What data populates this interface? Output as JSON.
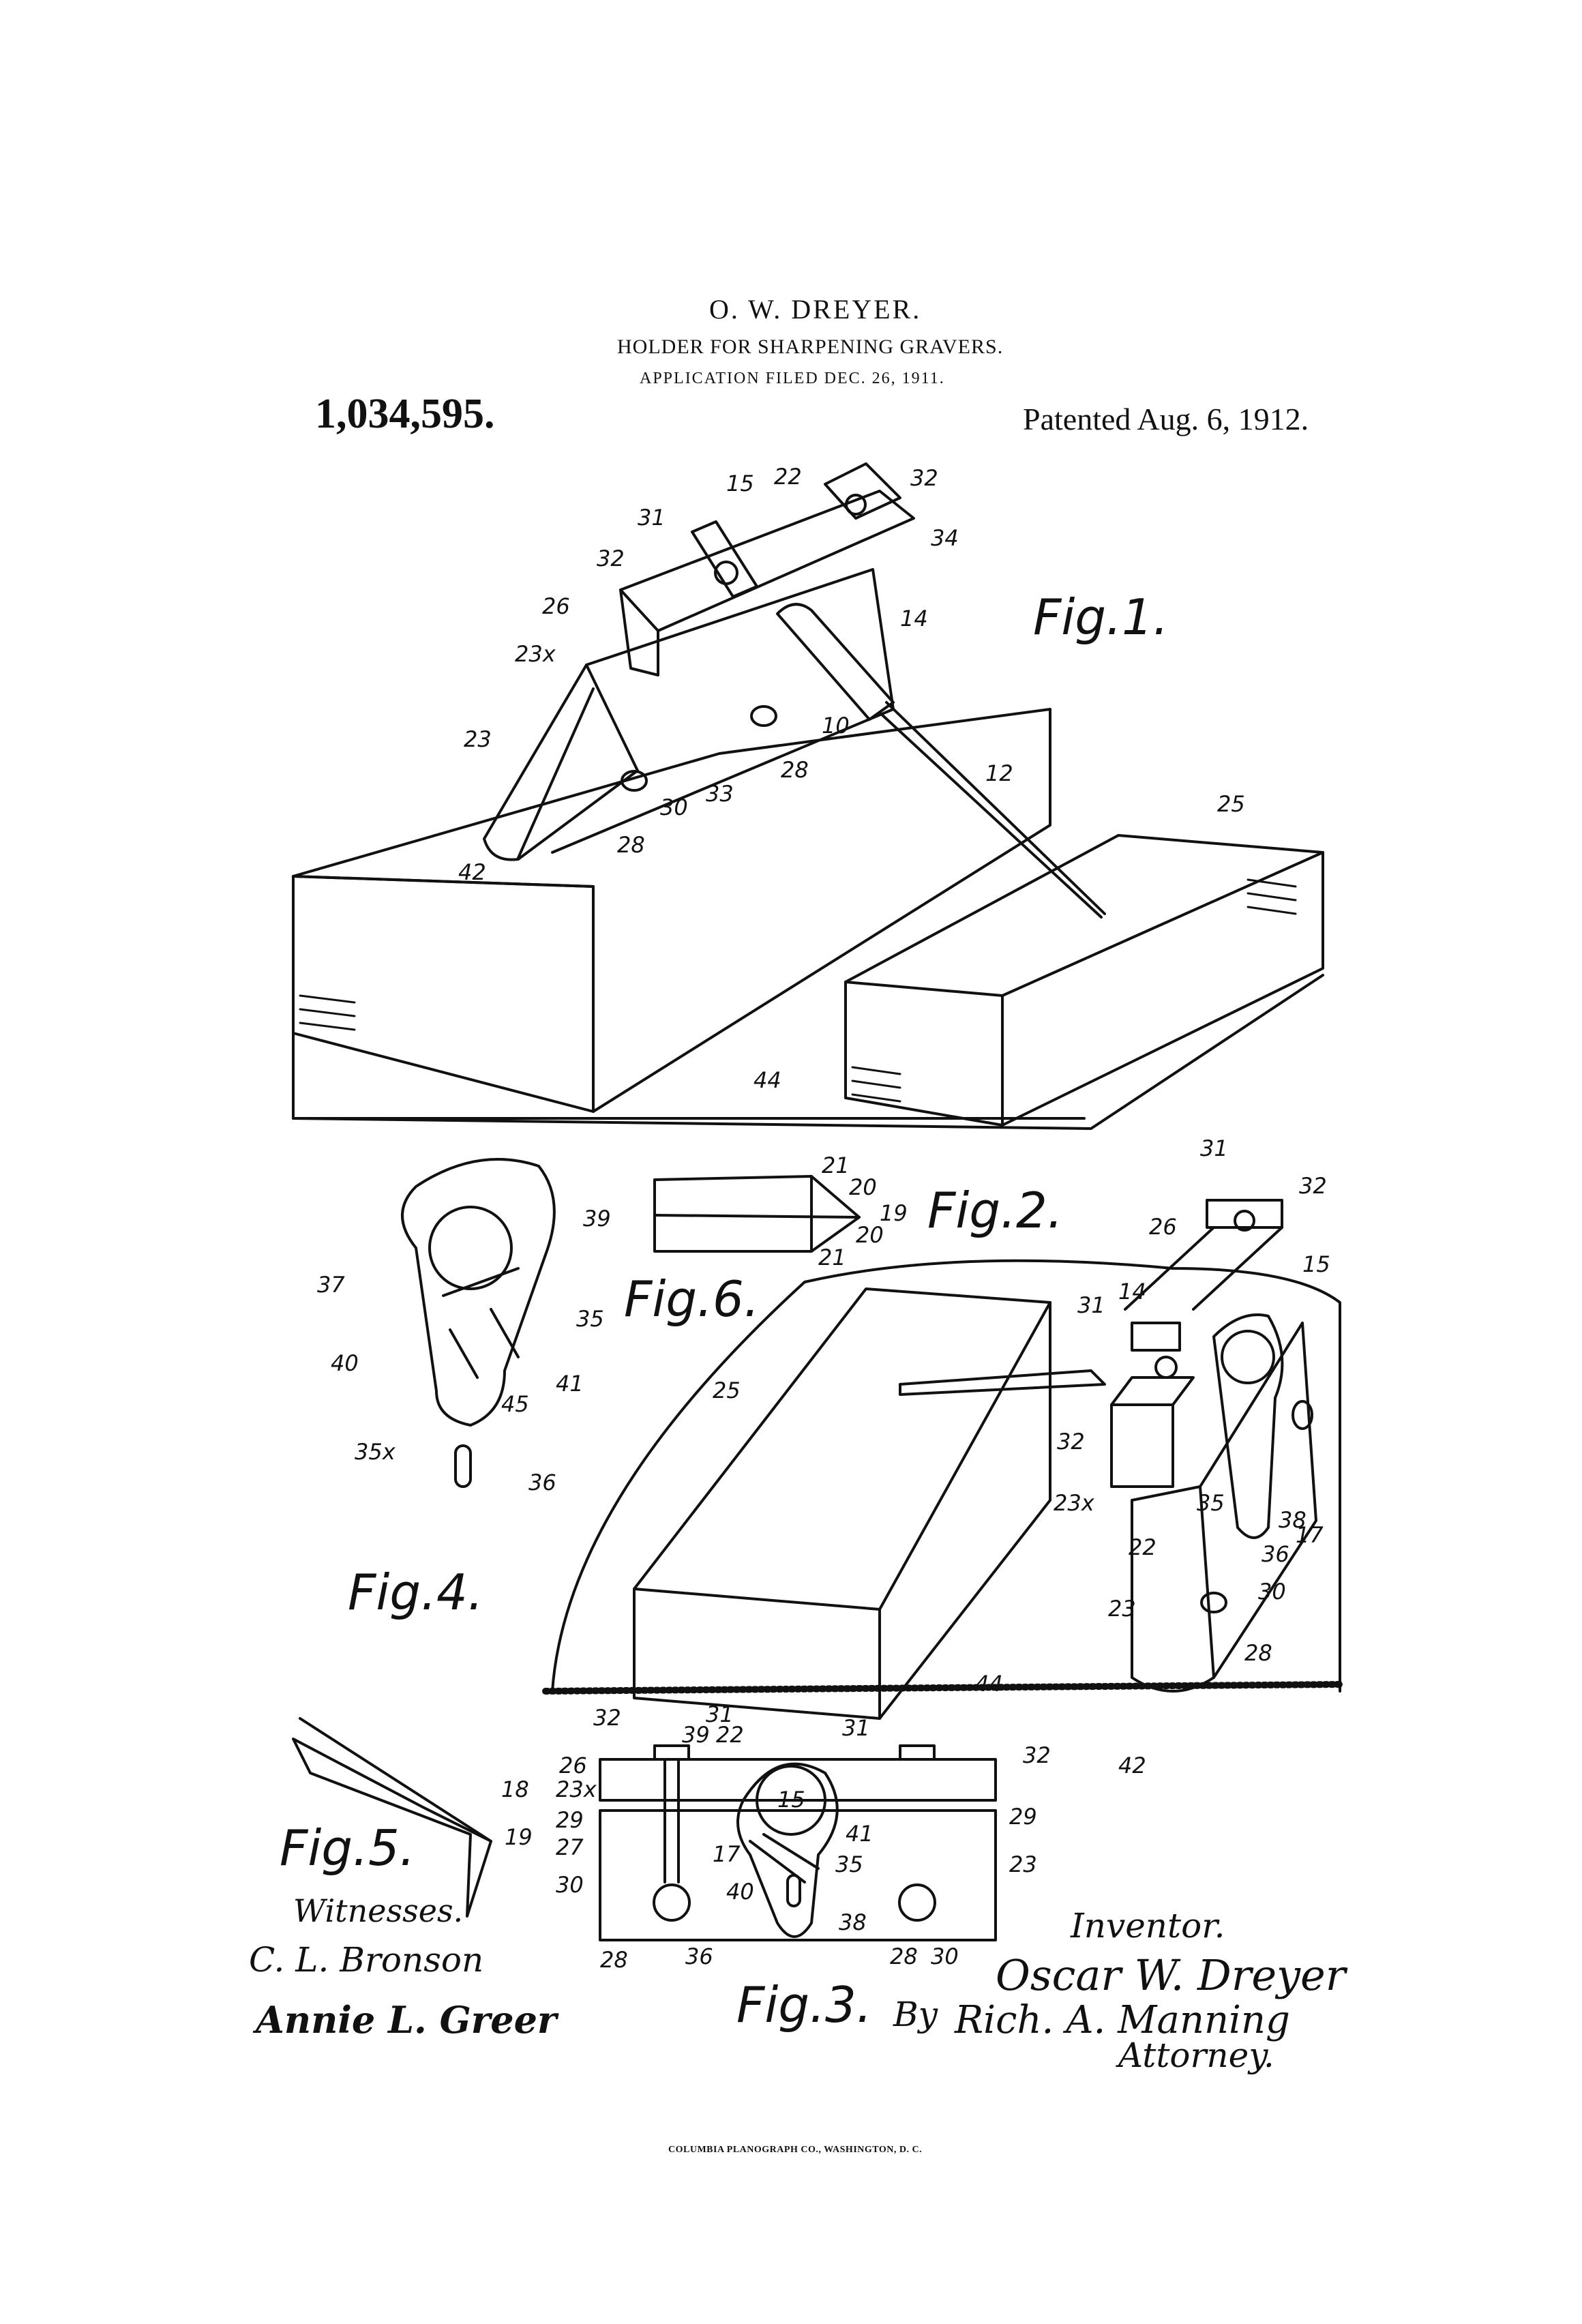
{
  "header": {
    "inventor_name": "O. W. DREYER.",
    "title": "HOLDER FOR SHARPENING GRAVERS.",
    "application": "APPLICATION FILED DEC. 26, 1911.",
    "patent_number": "1,034,595.",
    "patented": "Patented Aug. 6, 1912."
  },
  "figures": {
    "fig1": "Fig.1.",
    "fig2": "Fig.2.",
    "fig3": "Fig.3.",
    "fig4": "Fig.4.",
    "fig5": "Fig.5.",
    "fig6": "Fig.6."
  },
  "reference_numerals": {
    "fig1": [
      "15",
      "22",
      "32",
      "31",
      "32",
      "34",
      "26",
      "14",
      "23x",
      "23",
      "10",
      "28",
      "33",
      "12",
      "30",
      "28",
      "25",
      "42",
      "44"
    ],
    "fig2": [
      "21",
      "20",
      "19",
      "20",
      "21"
    ],
    "fig4": [
      "39",
      "37",
      "35",
      "40",
      "45",
      "41",
      "35x",
      "36"
    ],
    "fig5": [
      "18",
      "19"
    ],
    "fig6": [
      "31",
      "32",
      "26",
      "15",
      "31",
      "14",
      "25",
      "32",
      "23x",
      "35",
      "38",
      "17",
      "36",
      "22",
      "23",
      "30",
      "28",
      "42",
      "44"
    ],
    "fig3": [
      "32",
      "31",
      "39",
      "22",
      "31",
      "32",
      "26",
      "23x",
      "15",
      "29",
      "29",
      "27",
      "17",
      "41",
      "23",
      "35",
      "30",
      "40",
      "38",
      "36",
      "28",
      "28",
      "30"
    ]
  },
  "signatures": {
    "witnesses_label": "Witnesses.",
    "witness_1": "C. L. Bronson",
    "witness_2": "Annie L. Greer",
    "inventor_label": "Inventor.",
    "inventor_signature": "Oscar W. Dreyer",
    "by": "By",
    "attorney_signature": "Rich. A. Manning",
    "attorney_label": "Attorney."
  },
  "footer": {
    "printer": "COLUMBIA PLANOGRAPH CO., WASHINGTON, D. C."
  }
}
